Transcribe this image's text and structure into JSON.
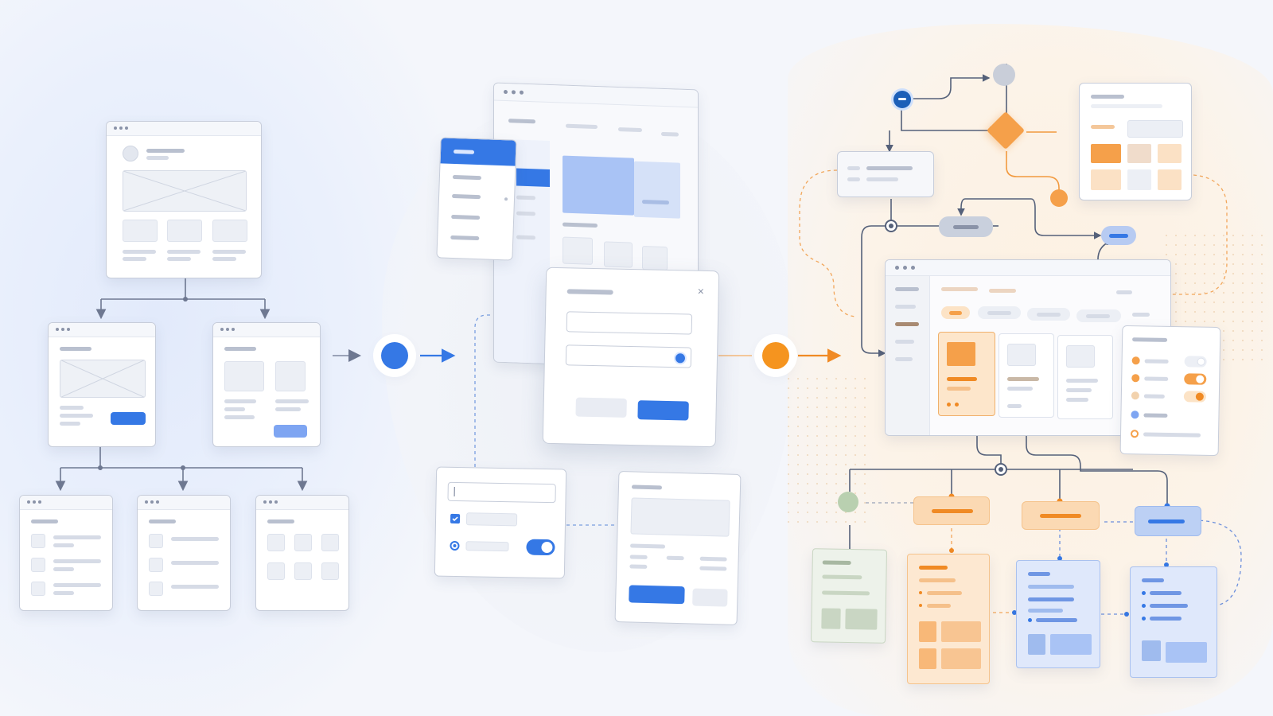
{
  "colors": {
    "primary_blue": "#3578e5",
    "light_blue": "#7ea5f2",
    "accent_orange": "#f5a04a",
    "neutral_border": "#c7cdda",
    "node_grey": "#c9ced9",
    "node_green": "#b9d0b0"
  },
  "icons": {
    "close": "close-icon",
    "check": "check-icon"
  },
  "flow": [
    {
      "step": "sitemap",
      "connector_color": "#3578e5"
    },
    {
      "step": "wireframe-to-ui",
      "connector_color": "#f5a04a"
    },
    {
      "step": "user-flow"
    }
  ],
  "modal": {
    "close_glyph": "×"
  }
}
